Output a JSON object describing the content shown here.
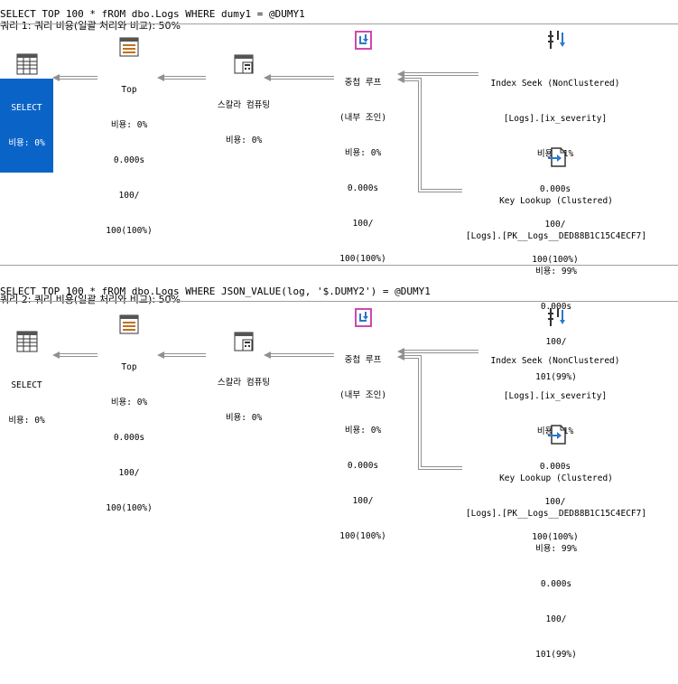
{
  "queries": [
    {
      "title": "쿼리 1: 쿼리 비용(일괄 처리와 비교): 50%",
      "sql": "SELECT TOP 100 * fROM dbo.Logs WHERE dumy1 = @DUMY1",
      "nodes": {
        "select": {
          "name": "SELECT",
          "cost": "비용: 0%"
        },
        "top": {
          "name": "Top",
          "cost": "비용: 0%",
          "time": "0.000s",
          "rows": "100/",
          "est": "100(100%)"
        },
        "scalar": {
          "name": "스칼라 컴퓨팅",
          "cost": "비용: 0%"
        },
        "nested": {
          "name1": "중첩 루프",
          "name2": "(내부 조인)",
          "cost": "비용: 0%",
          "time": "0.000s",
          "rows": "100/",
          "est": "100(100%)"
        },
        "seek": {
          "name": "Index Seek (NonClustered)",
          "obj": "[Logs].[ix_severity]",
          "cost": "비용: 1%",
          "time": "0.000s",
          "rows": "100/",
          "est": "100(100%)"
        },
        "lookup": {
          "name": "Key Lookup (Clustered)",
          "obj": "[Logs].[PK__Logs__DED88B1C15C4ECF7]",
          "cost": "비용: 99%",
          "time": "0.000s",
          "rows": "100/",
          "est": "101(99%)"
        }
      }
    },
    {
      "title": "쿼리 2: 쿼리 비용(일괄 처리와 비교): 50%",
      "sql": "SELECT TOP 100 * fROM dbo.Logs WHERE JSON_VALUE(log, '$.DUMY2') = @DUMY1",
      "nodes": {
        "select": {
          "name": "SELECT",
          "cost": "비용: 0%"
        },
        "top": {
          "name": "Top",
          "cost": "비용: 0%",
          "time": "0.000s",
          "rows": "100/",
          "est": "100(100%)"
        },
        "scalar": {
          "name": "스칼라 컴퓨팅",
          "cost": "비용: 0%"
        },
        "nested": {
          "name1": "중첩 루프",
          "name2": "(내부 조인)",
          "cost": "비용: 0%",
          "time": "0.000s",
          "rows": "100/",
          "est": "100(100%)"
        },
        "seek": {
          "name": "Index Seek (NonClustered)",
          "obj": "[Logs].[ix_severity]",
          "cost": "비용: 1%",
          "time": "0.000s",
          "rows": "100/",
          "est": "100(100%)"
        },
        "lookup": {
          "name": "Key Lookup (Clustered)",
          "obj": "[Logs].[PK__Logs__DED88B1C15C4ECF7]",
          "cost": "비용: 99%",
          "time": "0.000s",
          "rows": "100/",
          "est": "101(99%)"
        }
      }
    }
  ],
  "colors": {
    "selected": "#0a64c8",
    "separator": "#a0a0a0",
    "icon_accent": "#2a78c8",
    "icon_pink": "#d048b0"
  },
  "icons": [
    "table-grid-icon",
    "top-operator-icon",
    "compute-scalar-icon",
    "nested-loops-icon",
    "index-seek-icon",
    "key-lookup-icon"
  ]
}
